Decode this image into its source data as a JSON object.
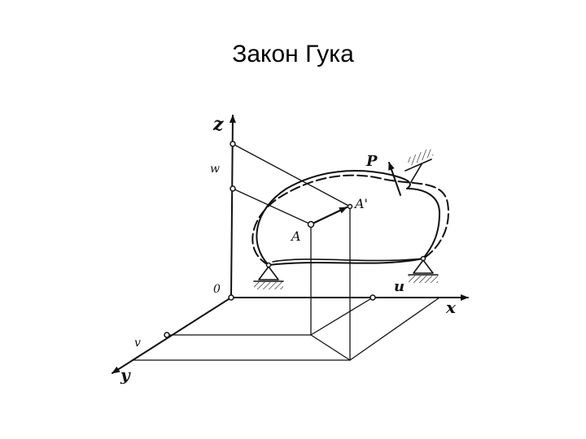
{
  "slide": {
    "title": "Закон Гука"
  },
  "diagram": {
    "labels": {
      "z_axis": "z",
      "w": "w",
      "origin": "0",
      "u": "u",
      "x_axis": "x",
      "v": "v",
      "y_axis": "y",
      "point_A": "A",
      "point_A_prime": "A'",
      "force_P": "P"
    },
    "colors": {
      "ink": "#111111",
      "background": "#ffffff"
    }
  }
}
